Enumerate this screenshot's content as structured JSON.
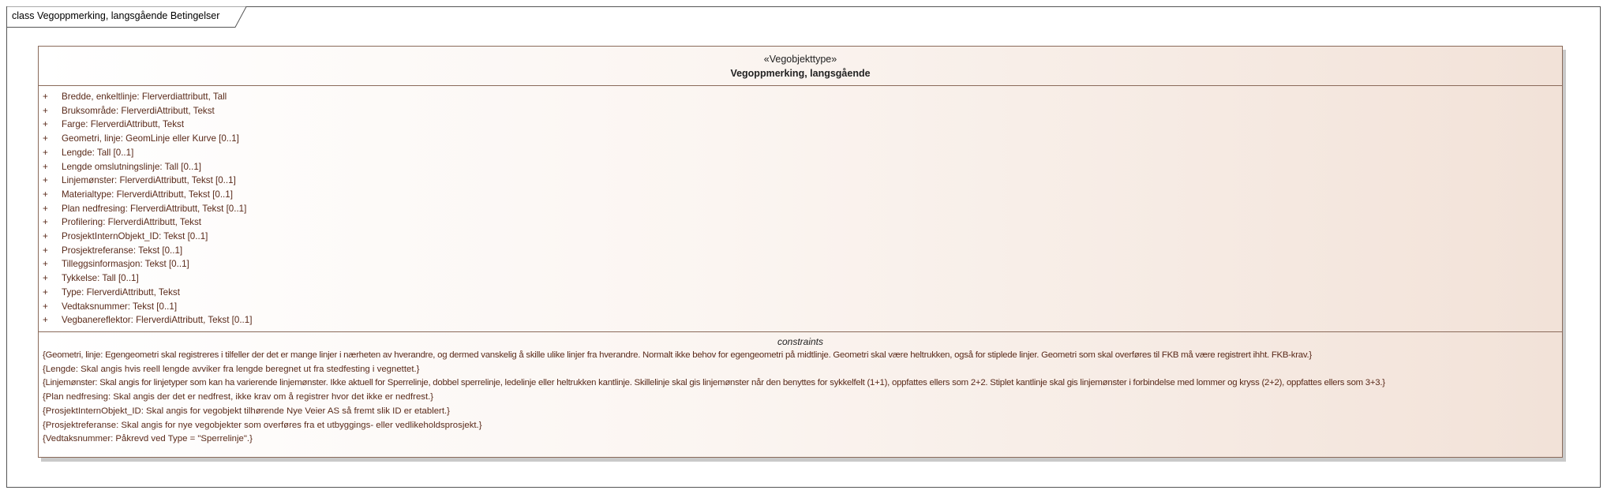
{
  "frame": {
    "label": "class Vegoppmerking, langsgående Betingelser"
  },
  "class_box": {
    "stereotype": "«Vegobjekttype»",
    "name": "Vegoppmerking, langsgående",
    "visibility_symbol": "+",
    "attributes": [
      "Bredde, enkeltlinje: Flerverdiattributt, Tall",
      "Bruksområde: FlerverdiAttributt, Tekst",
      "Farge: FlerverdiAttributt, Tekst",
      "Geometri, linje: GeomLinje eller Kurve [0..1]",
      "Lengde: Tall [0..1]",
      "Lengde omslutningslinje: Tall [0..1]",
      "Linjemønster: FlerverdiAttributt, Tekst [0..1]",
      "Materialtype: FlerverdiAttributt, Tekst [0..1]",
      "Plan nedfresing: FlerverdiAttributt, Tekst [0..1]",
      "Profilering: FlerverdiAttributt, Tekst",
      "ProsjektInternObjekt_ID: Tekst [0..1]",
      "Prosjektreferanse: Tekst [0..1]",
      "Tilleggsinformasjon: Tekst [0..1]",
      "Tykkelse: Tall [0..1]",
      "Type: FlerverdiAttributt, Tekst",
      "Vedtaksnummer: Tekst [0..1]",
      "Vegbanereflektor: FlerverdiAttributt, Tekst [0..1]"
    ],
    "constraints_title": "constraints",
    "constraints": [
      "{Geometri, linje: Egengeometri skal registreres i tilfeller der det er mange linjer i nærheten av hverandre, og dermed vanskelig å skille ulike linjer fra hverandre. Normalt ikke behov for egengeometri på midtlinje. Geometri skal være heltrukken, også  for stiplede linjer. Geometri som skal overføres til FKB må være registrert ihht. FKB-krav.}",
      "{Lengde: Skal angis hvis reell lengde avviker fra lengde beregnet ut fra stedfesting i vegnettet.}",
      "{Linjemønster: Skal angis for linjetyper som kan ha varierende linjemønster. Ikke aktuell for Sperrelinje, dobbel sperrelinje, ledelinje eller heltrukken kantlinje. Skillelinje skal gis linjemønster når den benyttes for sykkelfelt (1+1), oppfattes ellers som 2+2. Stiplet kantlinje skal gis linjemønster i forbindelse med lommer og kryss (2+2), oppfattes ellers som 3+3.}",
      "{Plan nedfresing: Skal angis der det er nedfrest, ikke krav om å registrer hvor det ikke er nedfrest.}",
      "{ProsjektInternObjekt_ID: Skal angis for vegobjekt tilhørende Nye Veier AS så fremt slik ID er etablert.}",
      "{Prosjektreferanse: Skal angis for nye vegobjekter som overføres fra et utbyggings- eller vedlikeholdsprosjekt.}",
      "{Vedtaksnummer: Påkrevd ved Type = \"Sperrelinje\".}"
    ]
  }
}
